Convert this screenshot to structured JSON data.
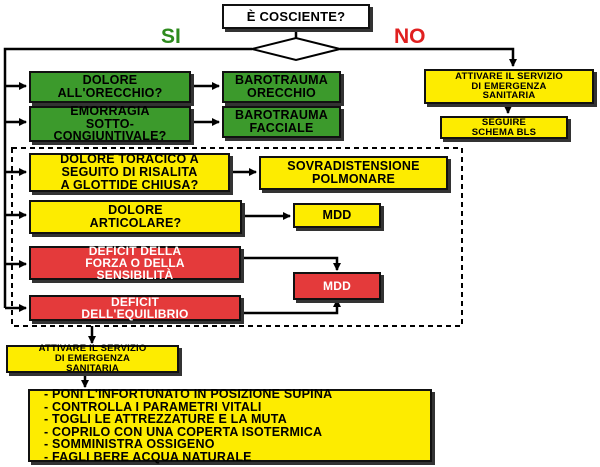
{
  "title_question": "È COSCIENTE?",
  "branch_labels": {
    "yes": "SI",
    "no": "NO"
  },
  "colors": {
    "green": "#3c9a2c",
    "yellow": "#fdec00",
    "red": "#e43a3b",
    "si_text": "#2e8b1e",
    "no_text": "#e02020"
  },
  "yes_branch": {
    "rows": [
      {
        "question": "DOLORE\nALL'ORECCHIO?",
        "result": "BAROTRAUMA\nORECCHIO"
      },
      {
        "question": "EMORRAGIA\nSOTTO-\nCONGIUNTIVALE?",
        "result": "BAROTRAUMA\nFACCIALE"
      }
    ],
    "dashed_group": {
      "rows": [
        {
          "question": "DOLORE TORACICO A\nSEGUITO DI RISALITA\nA GLOTTIDE CHIUSA?",
          "result": "SOVRADISTENSIONE\nPOLMONARE"
        },
        {
          "question": "DOLORE\nARTICOLARE?",
          "result": "MDD"
        }
      ],
      "deficits": [
        "DEFICIT DELLA\nFORZA O DELLA\nSENSIBILITÀ",
        "DEFICIT\nDELL'EQUILIBRIO"
      ],
      "deficit_result": "MDD"
    },
    "activate_emergency": "ATTIVARE IL SERVIZIO\nDI EMERGENZA\nSANITARIA",
    "instructions": [
      "- PONI L'INFORTUNATO IN POSIZIONE SUPINA",
      "- CONTROLLA I PARAMETRI VITALI",
      "- TOGLI LE ATTREZZATURE E LA MUTA",
      "- COPRILO CON UNA COPERTA ISOTERMICA",
      "- SOMMINISTRA OSSIGENO",
      "- FAGLI BERE ACQUA NATURALE"
    ]
  },
  "no_branch": {
    "activate_emergency": "ATTIVARE IL SERVIZIO\nDI EMERGENZA\nSANITARIA",
    "follow": "SEGUIRE\nSCHEMA BLS"
  }
}
